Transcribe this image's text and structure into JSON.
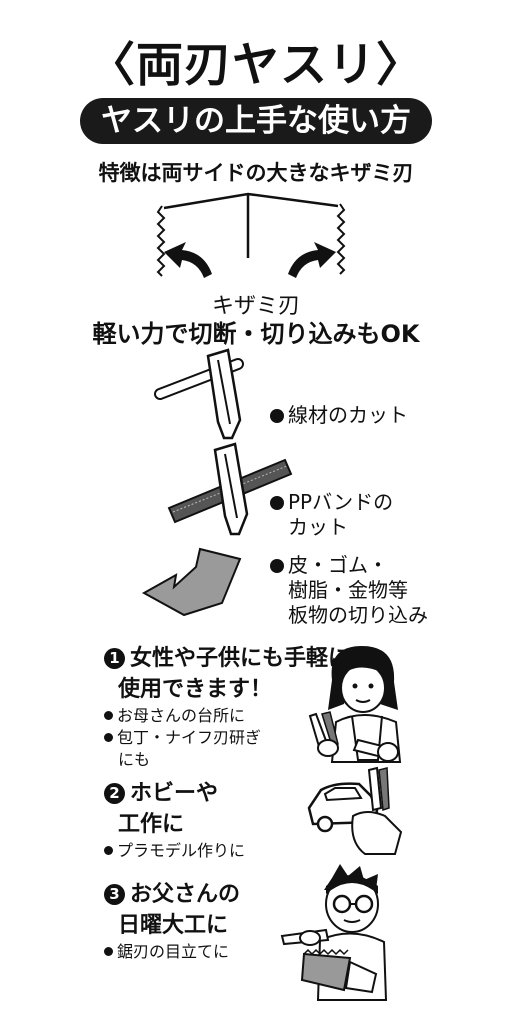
{
  "title": "〈両刃ヤスリ〉",
  "subtitle": "ヤスリの上手な使い方",
  "feature": "特徴は両サイドの大きなキザミ刃",
  "diagram_label": "キザミ刃",
  "light_force": "軽い力で切断・切り込みもOK",
  "uses": {
    "wire": "線材のカット",
    "pp_line1": "PPバンドの",
    "pp_line2": "カット",
    "leather_line1": "皮・ゴム・",
    "leather_line2": "樹脂・金物等",
    "leather_line3": "板物の切り込み"
  },
  "sections": [
    {
      "number": "1",
      "heading_line1": "女性や子供にも手軽に",
      "heading_line2": "使用できます！",
      "items": [
        "お母さんの台所に",
        "包丁・ナイフ刃研ぎ",
        "にも"
      ]
    },
    {
      "number": "2",
      "heading_line1": "ホビーや",
      "heading_line2": "工作に",
      "items": [
        "プラモデル作りに"
      ]
    },
    {
      "number": "3",
      "heading_line1": "お父さんの",
      "heading_line2": "日曜大工に",
      "items": [
        "鋸刃の目立てに"
      ]
    }
  ],
  "colors": {
    "ink": "#111111",
    "background": "#ffffff",
    "band": "#1a1a1a",
    "tone": "#9a9a9a"
  }
}
